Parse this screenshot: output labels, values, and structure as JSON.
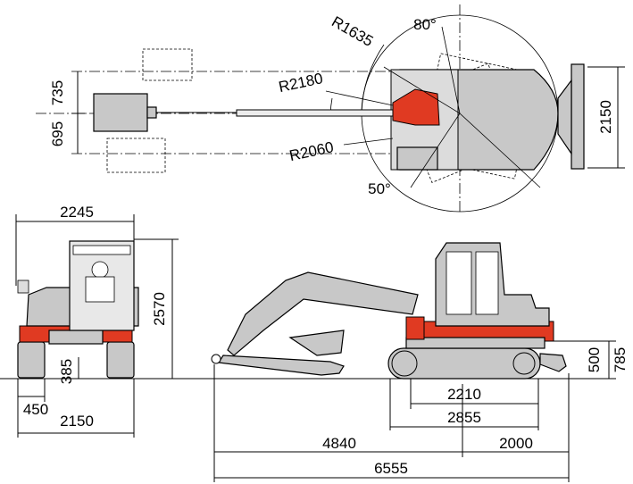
{
  "plan_view": {
    "radius_front": "R1635",
    "radius_max": "R2180",
    "radius_min": "R2060",
    "swing_left_angle": "80°",
    "swing_right_angle": "50°",
    "offset_left": "735",
    "offset_right": "695",
    "blade_width": "2150"
  },
  "front_view": {
    "width_overall": "2245",
    "height_overall": "2570",
    "ground_clearance": "385",
    "track_shoe_width": "450",
    "track_width": "2150"
  },
  "side_view": {
    "blade_lift": "500",
    "blade_height": "785",
    "tumbler_distance": "2210",
    "track_length": "2855",
    "front_reach_length": "4840",
    "rear_length": "2000",
    "transport_length": "6555"
  },
  "colors": {
    "machine_body": "#c8c8c8",
    "accent_red": "#e03a22"
  }
}
